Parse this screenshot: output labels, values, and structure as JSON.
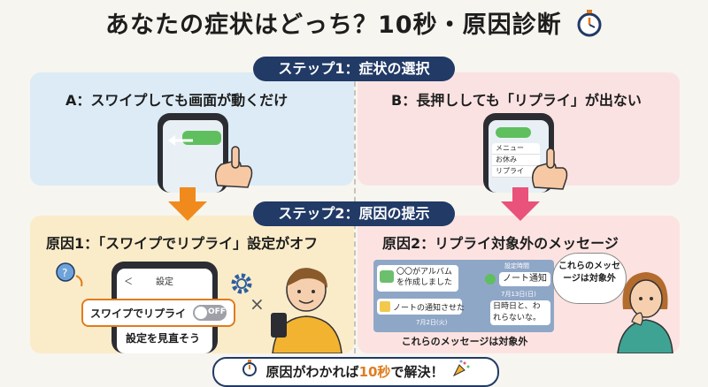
{
  "title": "あなたの症状はどっち？10秒・原因診断",
  "step1": {
    "label": "ステップ1：症状の選択"
  },
  "step2": {
    "label": "ステップ2：原因の提示"
  },
  "symptom_a": {
    "heading": "A：スワイプしても画面が動くだけ"
  },
  "symptom_b": {
    "heading": "B：長押ししても「リプライ」が出ない",
    "menu": [
      "メニュー",
      "お休み",
      "リプライ"
    ]
  },
  "cause1": {
    "heading": "原因1：「スワイプでリプライ」設定がオフ",
    "screen_title": "設定",
    "back": "＜",
    "setting_label": "スワイプでリプライ",
    "toggle_label": "OFF",
    "review_text": "設定を見直そう",
    "cross": "×"
  },
  "cause2": {
    "heading": "原因2：リプライ対象外のメッセージ",
    "msg_album": "〇〇がアルバムを作成しました",
    "date_badge": "設定時間",
    "msg_note": "ノート通知",
    "date_small": "7月13日(日)",
    "msg_note_share": "ノートの通知させた",
    "date_row": "7月2日(火)",
    "msg_date": "日時日と、われらないな。",
    "caption": "これらのメッセージは対象外",
    "speech": "これらのメッセージは対象外"
  },
  "footer": {
    "pre": "原因がわかれば",
    "highlight": "10秒",
    "post": "で解決！"
  },
  "colors": {
    "navy": "#213a66",
    "orange": "#e07b1f",
    "pink": "#e9527a",
    "green": "#5fbf5f"
  }
}
